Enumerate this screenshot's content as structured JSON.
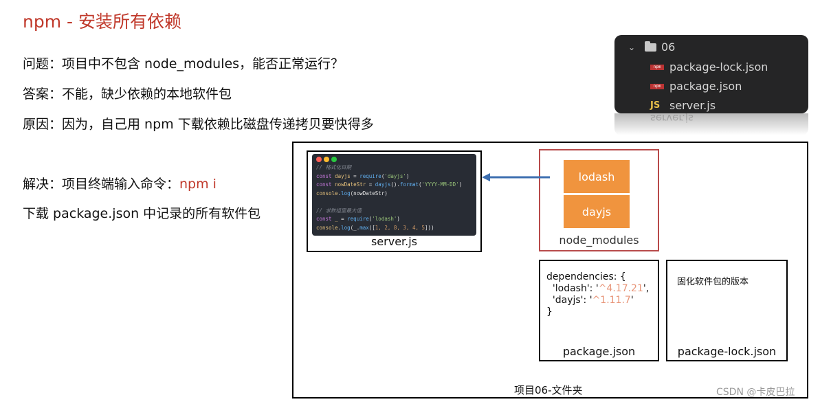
{
  "title": "npm - 安装所有依赖",
  "lines": {
    "question": "问题：项目中不包含 node_modules，能否正常运行？",
    "answer": "答案：不能，缺少依赖的本地软件包",
    "reason": "原因：因为，自己用 npm 下载依赖比磁盘传递拷贝要快得多",
    "solve_prefix": "解决：项目终端输入命令：",
    "solve_cmd": "npm i",
    "download": "下载 package.json 中记录的所有软件包"
  },
  "file_tree": {
    "folder": "06",
    "items": [
      {
        "name": "package-lock.json",
        "icon": "npm-icon",
        "icon_text": "npm"
      },
      {
        "name": "package.json",
        "icon": "npm-icon",
        "icon_text": "npm"
      },
      {
        "name": "server.js",
        "icon": "js-icon",
        "icon_text": "JS"
      }
    ],
    "reflection": "server.js"
  },
  "code": {
    "lines": [
      {
        "parts": [
          {
            "c": "cm",
            "t": "// 格式化日期"
          }
        ]
      },
      {
        "parts": [
          {
            "c": "kw",
            "t": "const "
          },
          {
            "c": "va",
            "t": "dayjs"
          },
          {
            "c": "",
            "t": " = "
          },
          {
            "c": "fn",
            "t": "require"
          },
          {
            "c": "",
            "t": "("
          },
          {
            "c": "st",
            "t": "'dayjs'"
          },
          {
            "c": "",
            "t": ")"
          }
        ]
      },
      {
        "parts": [
          {
            "c": "kw",
            "t": "const "
          },
          {
            "c": "va",
            "t": "nowDateStr"
          },
          {
            "c": "",
            "t": " = "
          },
          {
            "c": "fn",
            "t": "dayjs"
          },
          {
            "c": "",
            "t": "()."
          },
          {
            "c": "fn",
            "t": "format"
          },
          {
            "c": "",
            "t": "("
          },
          {
            "c": "st",
            "t": "'YYYY-MM-DD'"
          },
          {
            "c": "",
            "t": ")"
          }
        ]
      },
      {
        "parts": [
          {
            "c": "va",
            "t": "console"
          },
          {
            "c": "",
            "t": "."
          },
          {
            "c": "fn",
            "t": "log"
          },
          {
            "c": "",
            "t": "(nowDateStr)"
          }
        ]
      },
      {
        "parts": [
          {
            "c": "",
            "t": " "
          }
        ]
      },
      {
        "parts": [
          {
            "c": "cm",
            "t": "// 求数组里最大值"
          }
        ]
      },
      {
        "parts": [
          {
            "c": "kw",
            "t": "const "
          },
          {
            "c": "va",
            "t": "_"
          },
          {
            "c": "",
            "t": " = "
          },
          {
            "c": "fn",
            "t": "require"
          },
          {
            "c": "",
            "t": "("
          },
          {
            "c": "st",
            "t": "'lodash'"
          },
          {
            "c": "",
            "t": ")"
          }
        ]
      },
      {
        "parts": [
          {
            "c": "va",
            "t": "console"
          },
          {
            "c": "",
            "t": "."
          },
          {
            "c": "fn",
            "t": "log"
          },
          {
            "c": "",
            "t": "(_."
          },
          {
            "c": "fn",
            "t": "max"
          },
          {
            "c": "",
            "t": "(["
          },
          {
            "c": "nu",
            "t": "1, 2, 8, 3, 4, 5"
          },
          {
            "c": "",
            "t": "]))"
          }
        ]
      }
    ]
  },
  "diagram": {
    "server_label": "server.js",
    "packages": [
      "lodash",
      "dayjs"
    ],
    "node_modules_label": "node_modules",
    "deps_open": "dependencies: {",
    "deps": [
      {
        "key": "  'lodash': '",
        "ver": "^4.17.21",
        "end": "',"
      },
      {
        "key": "  'dayjs': '",
        "ver": "^1.11.7",
        "end": "'"
      }
    ],
    "deps_close": "}",
    "package_label": "package.json",
    "lock_note": "固化软件包的版本",
    "lock_label": "package-lock.json",
    "folder_label": "项目06-文件夹"
  },
  "colors": {
    "accent": "#c0392b",
    "package": "#f0943e",
    "arrow": "#3d6fb0"
  },
  "watermark": "CSDN @卡皮巴拉"
}
